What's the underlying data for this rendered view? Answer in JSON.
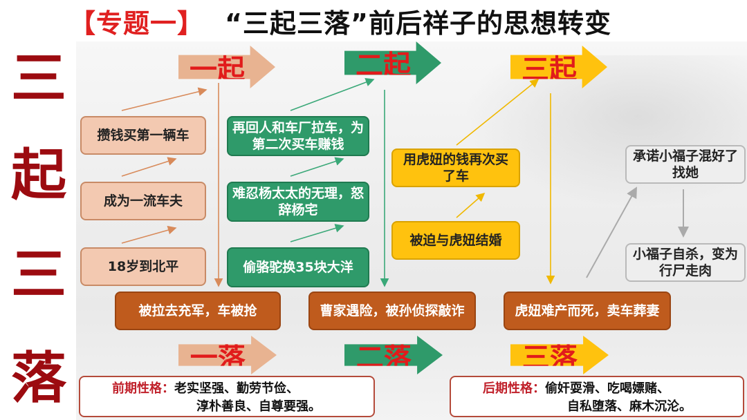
{
  "title": {
    "tag": "【专题一】",
    "main": "“三起三落”前后祥子的思想转变"
  },
  "side_chars": [
    "三",
    "起",
    "三",
    "落"
  ],
  "arrows": {
    "rise1": "一起",
    "rise2": "二起",
    "rise3": "三起",
    "fall1": "一落",
    "fall2": "二落",
    "fall3": "三落"
  },
  "stage1": {
    "items": [
      "攒钱买第一辆车",
      "成为一流车夫",
      "18岁到北平"
    ],
    "fall": "被拉去充军，车被抢"
  },
  "stage2": {
    "items": [
      "再回人和车厂拉车，为第二次买车赚钱",
      "难忍杨太太的无理，怒辞杨宅",
      "偷骆驼换35块大洋"
    ],
    "fall": "曹家遇险，被孙侦探敲诈"
  },
  "stage3": {
    "items": [
      "用虎妞的钱再次买了车",
      "被迫与虎妞结婚"
    ],
    "fall": "虎妞难产而死，卖车葬妻"
  },
  "after": {
    "items": [
      "承诺小福子混好了找她",
      "小福子自杀，变为行尸走肉"
    ]
  },
  "traits": {
    "early_label": "前期性格：",
    "early_line1": "老实坚强、勤劳节俭、",
    "early_line2": "淳朴善良、自尊要强。",
    "late_label": "后期性格：",
    "late_line1": "偷奸耍滑、吃喝嫖赌、",
    "late_line2": "自私堕落、麻木沉沦。"
  },
  "colors": {
    "title_red": "#e02020",
    "side_red": "#9c0b10",
    "peach": "#f3c9b1",
    "green": "#2f9a6a",
    "yellow": "#ffc20e",
    "brown": "#bf5b1d"
  }
}
